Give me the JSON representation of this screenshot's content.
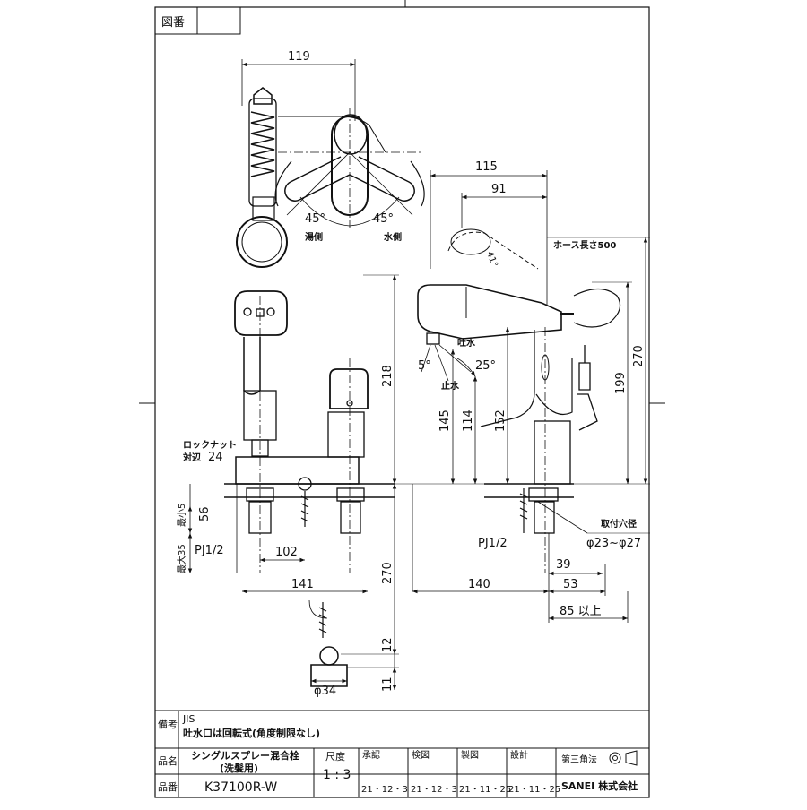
{
  "header": {
    "zuban_label": "図番"
  },
  "views": {
    "top": {
      "width_dim": "119",
      "angle_left": "45°",
      "angle_right": "45°",
      "hot_side": "湯側",
      "cold_side": "水側"
    },
    "front": {
      "locknut_label_1": "ロックナット",
      "locknut_label_2": "対辺",
      "locknut_size": "24",
      "min_label": "最小5",
      "dim_56": "56",
      "max_label": "最大35",
      "thread_left": "PJ1/2",
      "dim_102": "102",
      "dim_141": "141",
      "dim_218": "218",
      "dim_270": "270"
    },
    "chain": {
      "dim_12": "12",
      "dim_11": "11",
      "dia_34": "φ34"
    },
    "side": {
      "dim_115": "115",
      "dim_91": "91",
      "hose_length": "ホース長さ500",
      "angle_41": "41°",
      "tosui_label": "吐水",
      "angle_5": "5°",
      "angle_25": "25°",
      "shisui_label": "止水",
      "dim_145": "145",
      "dim_114": "114",
      "dim_152": "152",
      "dim_199": "199",
      "dim_270": "270",
      "thread_right": "PJ1/2",
      "hole_label": "取付穴径",
      "hole_dim": "φ23~φ27",
      "dim_140": "140",
      "dim_39": "39",
      "dim_53": "53",
      "dim_85": "85 以上"
    }
  },
  "title_block": {
    "biko_label": "備考",
    "biko_line1": "JIS",
    "biko_line2": "吐水口は回転式(角度制限なし)",
    "hinmei_label": "品名",
    "hinmei_value_1": "シングルスプレー混合栓",
    "hinmei_value_2": "(洗髪用)",
    "hinban_label": "品番",
    "hinban_value": "K37100R-W",
    "scale_label": "尺度",
    "scale_value": "1 : 3",
    "shonin_label": "承認",
    "shonin_date": "21・12・3",
    "kenzu_label": "検図",
    "kenzu_date": "21・12・3",
    "seizu_label": "製図",
    "seizu_date": "21・11・25",
    "sekkei_label": "設計",
    "sekkei_date": "21・11・25",
    "projection_label": "第三角法",
    "company": "SANEI 株式会社"
  }
}
